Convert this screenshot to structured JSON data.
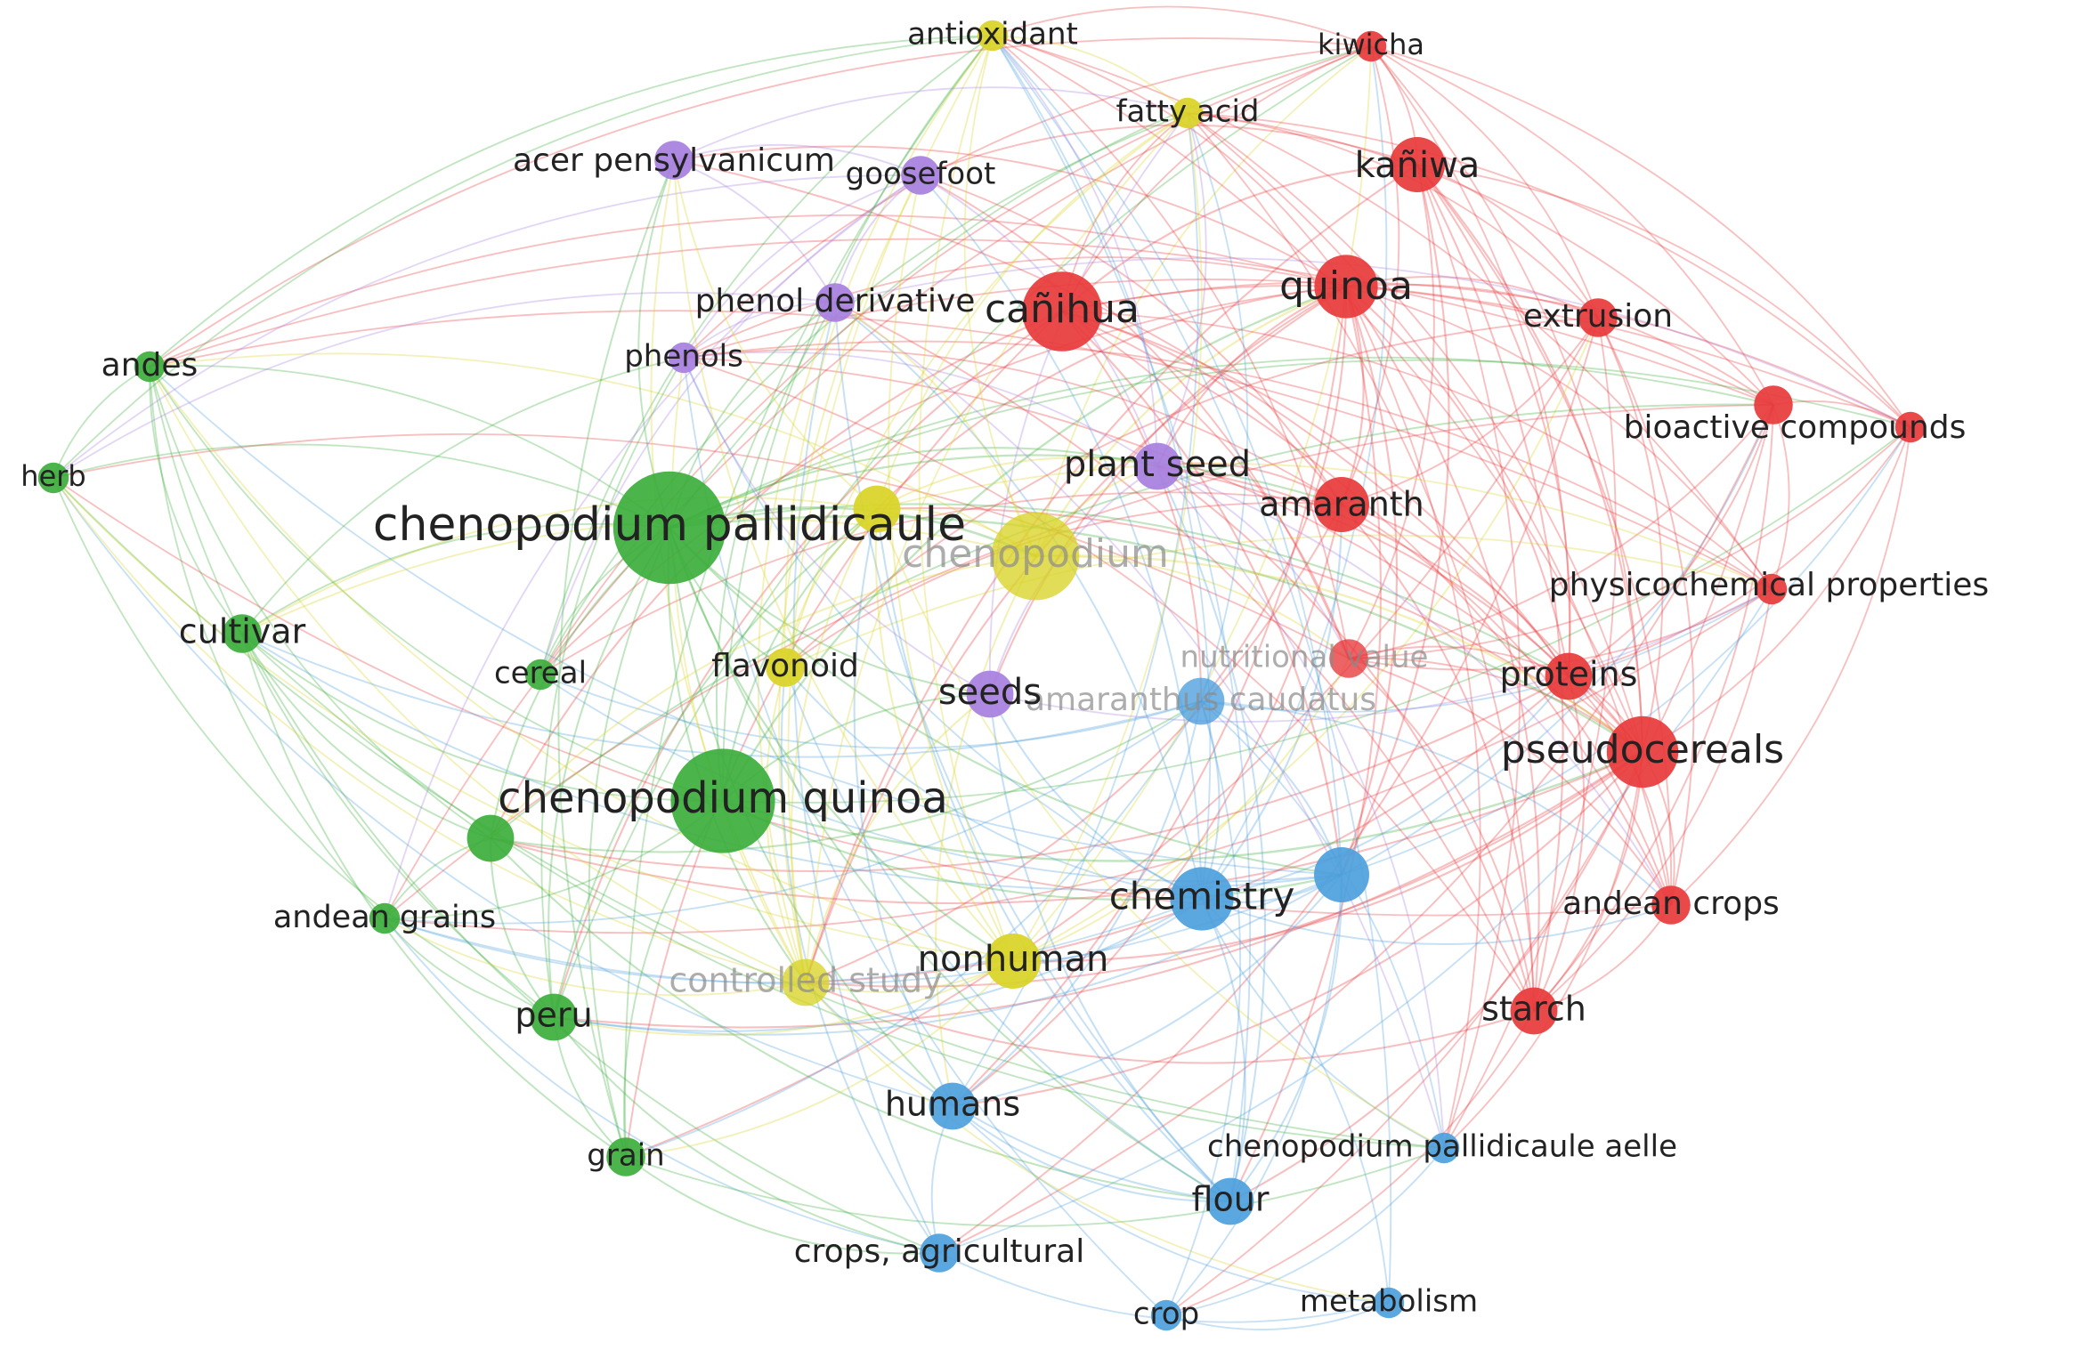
{
  "clusters": {
    "red": "#e8393b",
    "green": "#3cae3c",
    "blue": "#4d9fdc",
    "yellow": "#d9d426",
    "purple": "#a77fe0"
  },
  "nodes": [
    {
      "id": "kiwicha",
      "label": "kiwicha",
      "cluster": "red",
      "weight": 2,
      "label_visible": true
    },
    {
      "id": "kaniwa",
      "label": "kañiwa",
      "cluster": "red",
      "weight": 5,
      "label_visible": true
    },
    {
      "id": "quinoa",
      "label": "quinoa",
      "cluster": "red",
      "weight": 6,
      "label_visible": true
    },
    {
      "id": "canihua",
      "label": "cañihua",
      "cluster": "red",
      "weight": 8,
      "label_visible": true
    },
    {
      "id": "extrusion",
      "label": "extrusion",
      "cluster": "red",
      "weight": 3,
      "label_visible": true
    },
    {
      "id": "bioactive1",
      "label": "",
      "cluster": "red",
      "weight": 3,
      "label_visible": false
    },
    {
      "id": "bioactive",
      "label": "bioactive compounds",
      "cluster": "red",
      "weight": 2,
      "label_visible": true
    },
    {
      "id": "amaranth",
      "label": "amaranth",
      "cluster": "red",
      "weight": 5,
      "label_visible": true
    },
    {
      "id": "physico",
      "label": "physicochemical properties",
      "cluster": "red",
      "weight": 2,
      "label_visible": true
    },
    {
      "id": "nutritional",
      "label": "nutritional value",
      "cluster": "red",
      "weight": 3,
      "label_visible": true,
      "faded": true
    },
    {
      "id": "proteins",
      "label": "proteins",
      "cluster": "red",
      "weight": 4,
      "label_visible": true
    },
    {
      "id": "pseudocereals",
      "label": "pseudocereals",
      "cluster": "red",
      "weight": 7,
      "label_visible": true
    },
    {
      "id": "andeancrops",
      "label": "andean crops",
      "cluster": "red",
      "weight": 3,
      "label_visible": true
    },
    {
      "id": "starch",
      "label": "starch",
      "cluster": "red",
      "weight": 4,
      "label_visible": true
    },
    {
      "id": "andes",
      "label": "andes",
      "cluster": "green",
      "weight": 2,
      "label_visible": true
    },
    {
      "id": "herb",
      "label": "herb",
      "cluster": "green",
      "weight": 2,
      "label_visible": true
    },
    {
      "id": "pallidicaule",
      "label": "chenopodium pallidicaule",
      "cluster": "green",
      "weight": 12,
      "label_visible": true
    },
    {
      "id": "cultivar",
      "label": "cultivar",
      "cluster": "green",
      "weight": 3,
      "label_visible": true
    },
    {
      "id": "cereal",
      "label": "cereal",
      "cluster": "green",
      "weight": 2,
      "label_visible": true
    },
    {
      "id": "cquinoa",
      "label": "chenopodium quinoa",
      "cluster": "green",
      "weight": 11,
      "label_visible": true
    },
    {
      "id": "greennode",
      "label": "",
      "cluster": "green",
      "weight": 4,
      "label_visible": false
    },
    {
      "id": "andeangrains",
      "label": "andean grains",
      "cluster": "green",
      "weight": 2,
      "label_visible": true
    },
    {
      "id": "peru",
      "label": "peru",
      "cluster": "green",
      "weight": 4,
      "label_visible": true
    },
    {
      "id": "grain",
      "label": "grain",
      "cluster": "green",
      "weight": 3,
      "label_visible": true
    },
    {
      "id": "amaranthus",
      "label": "amaranthus caudatus",
      "cluster": "blue",
      "weight": 4,
      "label_visible": true,
      "faded": true
    },
    {
      "id": "chemistry",
      "label": "chemistry",
      "cluster": "blue",
      "weight": 6,
      "label_visible": true
    },
    {
      "id": "bluenode",
      "label": "",
      "cluster": "blue",
      "weight": 5,
      "label_visible": false
    },
    {
      "id": "humans",
      "label": "humans",
      "cluster": "blue",
      "weight": 4,
      "label_visible": true
    },
    {
      "id": "cpa",
      "label": "chenopodium pallidicaule aelle",
      "cluster": "blue",
      "weight": 2,
      "label_visible": true
    },
    {
      "id": "flour",
      "label": "flour",
      "cluster": "blue",
      "weight": 4,
      "label_visible": true
    },
    {
      "id": "crops",
      "label": "crops, agricultural",
      "cluster": "blue",
      "weight": 3,
      "label_visible": true
    },
    {
      "id": "crop",
      "label": "crop",
      "cluster": "blue",
      "weight": 2,
      "label_visible": true
    },
    {
      "id": "metabolism",
      "label": "metabolism",
      "cluster": "blue",
      "weight": 2,
      "label_visible": true
    },
    {
      "id": "antioxidant",
      "label": "antioxidant",
      "cluster": "yellow",
      "weight": 2,
      "label_visible": true
    },
    {
      "id": "fattyacid",
      "label": "fatty acid",
      "cluster": "yellow",
      "weight": 2,
      "label_visible": true
    },
    {
      "id": "yellowsmall",
      "label": "",
      "cluster": "yellow",
      "weight": 4,
      "label_visible": false
    },
    {
      "id": "chenopodium",
      "label": "chenopodium",
      "cluster": "yellow",
      "weight": 9,
      "label_visible": true,
      "faded": true
    },
    {
      "id": "flavonoid",
      "label": "flavonoid",
      "cluster": "yellow",
      "weight": 3,
      "label_visible": true
    },
    {
      "id": "controlled",
      "label": "controlled study",
      "cluster": "yellow",
      "weight": 4,
      "label_visible": true,
      "faded": true
    },
    {
      "id": "nonhuman",
      "label": "nonhuman",
      "cluster": "yellow",
      "weight": 5,
      "label_visible": true
    },
    {
      "id": "acer",
      "label": "acer pensylvanicum",
      "cluster": "purple",
      "weight": 3,
      "label_visible": true
    },
    {
      "id": "goosefoot",
      "label": "goosefoot",
      "cluster": "purple",
      "weight": 3,
      "label_visible": true
    },
    {
      "id": "phenolderiv",
      "label": "phenol derivative",
      "cluster": "purple",
      "weight": 3,
      "label_visible": true
    },
    {
      "id": "phenols",
      "label": "phenols",
      "cluster": "purple",
      "weight": 2,
      "label_visible": true
    },
    {
      "id": "plantseed",
      "label": "plant seed",
      "cluster": "purple",
      "weight": 4,
      "label_visible": true
    },
    {
      "id": "seeds",
      "label": "seeds",
      "cluster": "purple",
      "weight": 4,
      "label_visible": true
    }
  ]
}
